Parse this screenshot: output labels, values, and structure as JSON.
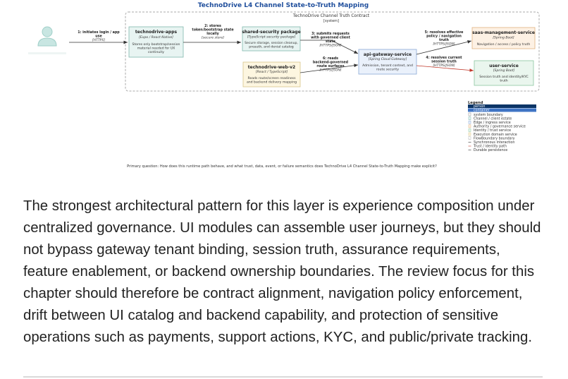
{
  "diagram": {
    "title": "TechnoDrive L4 Channel State-to-Truth Mapping",
    "boundary": {
      "title": "TechnoDrive Channel Truth Contract",
      "type": "[system]"
    },
    "nodes": {
      "apps": {
        "name": "technodrive-apps",
        "tech": "[Expo / React Native]",
        "desc": [
          "Stores only bootstrap/session",
          "material needed for UX",
          "continuity"
        ]
      },
      "security": {
        "name": "shared-security package",
        "tech": "[TypeScript security package]",
        "desc": [
          "Secure storage, session cleanup,",
          "preauth, and denial catalog"
        ]
      },
      "web": {
        "name": "technodrive-web-v2",
        "tech": "[React / TypeScript]",
        "desc": [
          "Reads route/screen readiness",
          "and backend delivery mapping"
        ]
      },
      "gateway": {
        "name": "api-gateway-service",
        "tech": "[Spring Cloud Gateway]",
        "desc": [
          "Admission, tenant context, and",
          "route security"
        ]
      },
      "saas": {
        "name": "saas-management-service",
        "tech": "[Spring Boot]",
        "desc": [
          "Navigation / access / policy truth"
        ]
      },
      "user": {
        "name": "user-service",
        "tech": "[Spring Boot]",
        "desc": [
          "Session truth and identity/KYC",
          "truth"
        ]
      }
    },
    "edges": {
      "e1": [
        "1: initiates login / app",
        "use",
        "[HTTPS]"
      ],
      "e2": [
        "2: stores",
        "token/bootstrap state",
        "locally",
        "[secure store]"
      ],
      "e3": [
        "3: submits requests",
        "with governed client",
        "state",
        "[HTTPS/JSON]"
      ],
      "e4": [
        "4: resolves current",
        "session truth",
        "[HTTPS/JSON]"
      ],
      "e5": [
        "5: resolves effective",
        "policy / navigation",
        "truth",
        "[HTTPS/JSON]"
      ],
      "e6": [
        "6: reads",
        "backend-governed",
        "route surfaces",
        "[HTTPS/JSON]"
      ]
    },
    "legend": {
      "title": "Legend",
      "items": [
        "person",
        "container",
        "system boundary",
        "Channel / client estate",
        "Edge / ingress service",
        "Authority / governance service",
        "Identity / trust service",
        "Execution domain service",
        "FlowBoundary boundary",
        "Synchronous interaction",
        "Trust / identity path",
        "Durable persistence"
      ]
    },
    "caption": "Primary question: How does this runtime path behave, and what trust, data, event, or failure semantics does TechnoDrive L4 Channel State-to-Truth Mapping make explicit?",
    "colors": {
      "title": "#1f4e9c",
      "channel_fill": "#e8f4f2",
      "channel_stroke": "#7fb8ad",
      "gateway_fill": "#eaf1fb",
      "gateway_stroke": "#8aa9d6",
      "authority_fill": "#fdf1e4",
      "authority_stroke": "#e0b27f",
      "web_fill": "#fdf6e0",
      "web_stroke": "#d8c58a",
      "identity_fill": "#eaf6ee",
      "identity_stroke": "#8cc7a0",
      "trust_edge": "#c0392b",
      "legend_person": "#0b3466",
      "legend_container": "#3f74c4"
    }
  },
  "article": {
    "paragraph": "The strongest architectural pattern for this layer is experience composition under centralized governance. UI modules can assemble user journeys, but they should not bypass gateway tenant binding, session truth, assurance requirements, feature enablement, or backend ownership boundaries. The review focus for this chapter should therefore be contract alignment, navigation policy enforcement, drift between UI catalog and backend capability, and protection of sensitive operations such as payments, support actions, KYC, and public/private tracking."
  }
}
